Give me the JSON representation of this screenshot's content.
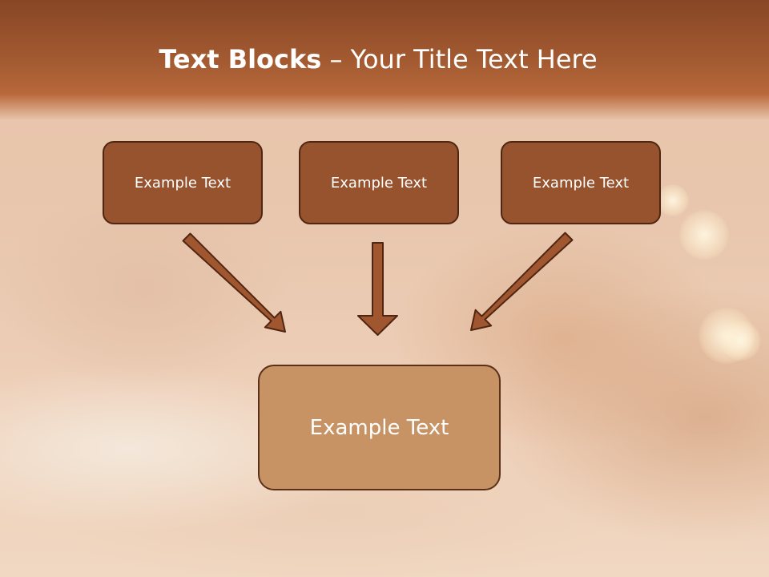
{
  "title": {
    "bold": "Text Blocks",
    "dash": "–",
    "rest": "Your Title Text Here"
  },
  "blocks": {
    "top_left": "Example Text",
    "top_center": "Example Text",
    "top_right": "Example Text",
    "bottom": "Example Text"
  },
  "colors": {
    "header_band": "#a35a31",
    "top_block_fill": "#97532e",
    "bottom_block_fill": "#c79364",
    "arrow_fill": "#a0562f",
    "outline": "#4f2613"
  }
}
